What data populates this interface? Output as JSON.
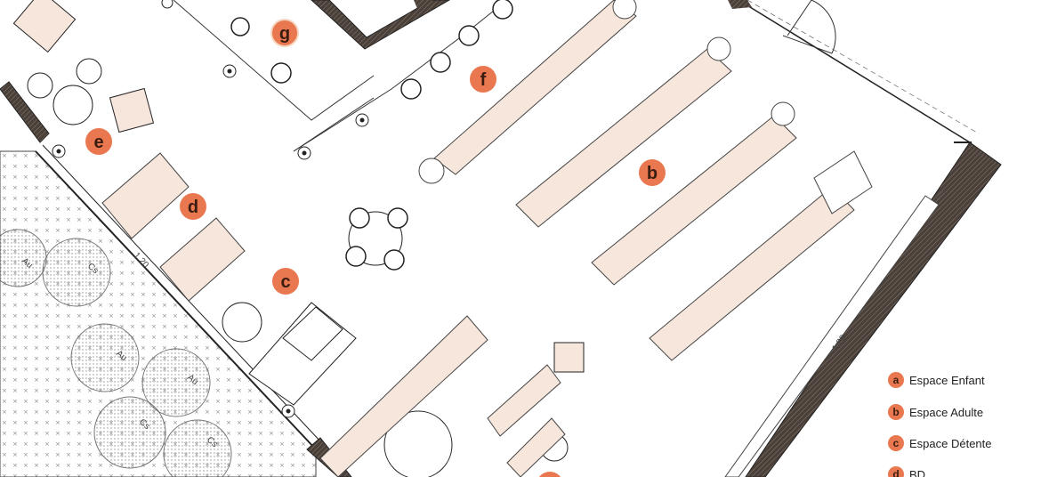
{
  "colors": {
    "accent": "#e9774f",
    "badge_text": "#3a1d10",
    "shelf_fill": "#f7e6dc",
    "wall": "#3a302b",
    "garden_fill": "#ffffff"
  },
  "zone_labels": [
    {
      "id": "g",
      "text": "g"
    },
    {
      "id": "f",
      "text": "f"
    },
    {
      "id": "e",
      "text": "e"
    },
    {
      "id": "d",
      "text": "d"
    },
    {
      "id": "c",
      "text": "c"
    },
    {
      "id": "b",
      "text": "b"
    }
  ],
  "legend": [
    {
      "badge": "a",
      "label": "Espace Enfant"
    },
    {
      "badge": "b",
      "label": "Espace Adulte"
    },
    {
      "badge": "c",
      "label": "Espace Détente"
    },
    {
      "badge": "d",
      "label": "BD"
    }
  ],
  "trees": [
    "Au",
    "Cs",
    "Au",
    "Au",
    "Cs",
    "Cs"
  ],
  "dimensions": [
    "1.20",
    "1.20"
  ]
}
